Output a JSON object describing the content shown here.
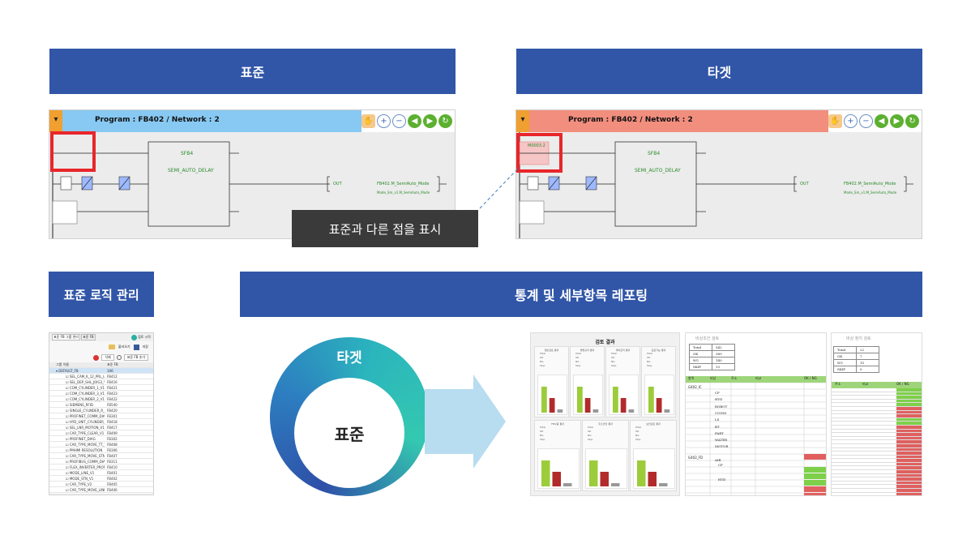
{
  "banners": {
    "standard": "표준",
    "target": "타겟",
    "logic_mgmt": "표준 로직 관리",
    "statistics": "통계 및 세부항목 레포팅"
  },
  "ladder_left": {
    "title": "Program : FB402 / Network : 2",
    "block_name": "SFB4",
    "block_label": "SEMI_AUTO_DELAY",
    "out_label": "OUT",
    "coil_label": "FB402.M_SemiAuto_Mode",
    "coil_sub": "Mode_Sm_v1.M_SemiAuto_Mode"
  },
  "ladder_right": {
    "title": "Program : FB402 / Network : 2",
    "block_name": "SFB4",
    "block_label": "SEMI_AUTO_DELAY",
    "out_label": "OUT",
    "coil_label": "FB402.M_SemiAuto_Mode",
    "coil_sub": "Mode_Sm_v1.M_SemiAuto_Mode",
    "diff_contact": "M0003.2"
  },
  "callout": "표준과 다른 점을 표시",
  "ring": {
    "outer": "타겟",
    "inner": "표준"
  },
  "listpanel": {
    "tabs": [
      "표준 FB 그룹 관리",
      "표준 FB"
    ],
    "start_button": "검토 시작",
    "import_label": "불러오기",
    "save_label": "저장",
    "delete_label": "삭제",
    "add_label": "표준 FB 추가",
    "col_name": "그룹 이름",
    "col_code": "표준 FB",
    "rows": [
      {
        "n": "DEFAULT_FB",
        "c": "106",
        "sel": true
      },
      {
        "n": "SEL_CAM_K_12_PRL_LA...",
        "c": "FB412"
      },
      {
        "n": "SEL_DEP_SHL_JOIG3_V1",
        "c": "FB416"
      },
      {
        "n": "COM_CYLINDER_1_V1",
        "c": "FB421"
      },
      {
        "n": "COM_CYLINDER_3_V1",
        "c": "FB423"
      },
      {
        "n": "COM_CYLINDER_2_V1",
        "c": "FB422"
      },
      {
        "n": "SIEMENS_RFID",
        "c": "FB540"
      },
      {
        "n": "SINGLE_CYLINDER_R_V1",
        "c": "FB420"
      },
      {
        "n": "PROFINET_COMM_DIAG",
        "c": "FB301"
      },
      {
        "n": "HYD_UNIT_CYLINDER_V1",
        "c": "FB418"
      },
      {
        "n": "SEL_LNR_MOTION_V1",
        "c": "FB417"
      },
      {
        "n": "CAR_TYPE_CLEAR_V1",
        "c": "FB409"
      },
      {
        "n": "PROFINET_DIAG",
        "c": "FB302"
      },
      {
        "n": "CAR_TYPE_MOVE_TT_V1",
        "c": "FB408"
      },
      {
        "n": "PMHMI RESOLUTION",
        "c": "FB306"
      },
      {
        "n": "CAR_TYPE_MOVE_STN...",
        "c": "FB407"
      },
      {
        "n": "PROFIBUS_COMM_DIAG",
        "c": "FB311"
      },
      {
        "n": "FLEX_INVERTER_PROFI...",
        "c": "FB410"
      },
      {
        "n": "MODE_LINE_V1",
        "c": "FB401"
      },
      {
        "n": "MODE_STN_V1",
        "c": "FB402"
      },
      {
        "n": "CAR_TYPE_V2",
        "c": "FB405"
      },
      {
        "n": "CAR_TYPE_MOVE_LINE...",
        "c": "FB406"
      }
    ]
  },
  "report_left": {
    "title": "검토 결과",
    "cards": [
      "일반검토 결과",
      "명명규칙 결과",
      "제어로직 결과",
      "표준기능 결과",
      "FB사용 결과",
      "주소할당 결과",
      "보안검토 결과"
    ],
    "stat_rows": [
      "Total",
      "OK",
      "NG",
      "Skip"
    ]
  },
  "report_mid": {
    "title": "비상조건 검토",
    "summary": [
      [
        "Total",
        "542"
      ],
      [
        "OK",
        "389"
      ],
      [
        "NG",
        "140"
      ],
      [
        "SKIP",
        "13"
      ]
    ],
    "sections": [
      "CP",
      "HYD",
      "ROBOT",
      "CONM",
      "LS",
      "BT",
      "PART",
      "WATER",
      "MOTOR",
      "AIR"
    ],
    "col_head": [
      "항목",
      "비상",
      "주소",
      "비교",
      "OK / NG"
    ],
    "row_label_1": "G402_IC",
    "row_label_2": "G402_FD"
  },
  "report_right": {
    "title": "비상 정지 검토",
    "summary": [
      [
        "Total",
        "22"
      ],
      [
        "OK",
        "7"
      ],
      [
        "NG",
        "15"
      ],
      [
        "SKIP",
        "0"
      ]
    ],
    "col_head": [
      "주소",
      "비교",
      "OK / NG"
    ],
    "ok_label": "OK",
    "ng_label": "NG"
  },
  "colors": {
    "banner": "#3156a8",
    "standard_bar": "#87c9f2",
    "target_bar": "#f28e7e",
    "highlight": "#e8262a",
    "ok": "#7ed04a",
    "ng": "#e06060"
  }
}
